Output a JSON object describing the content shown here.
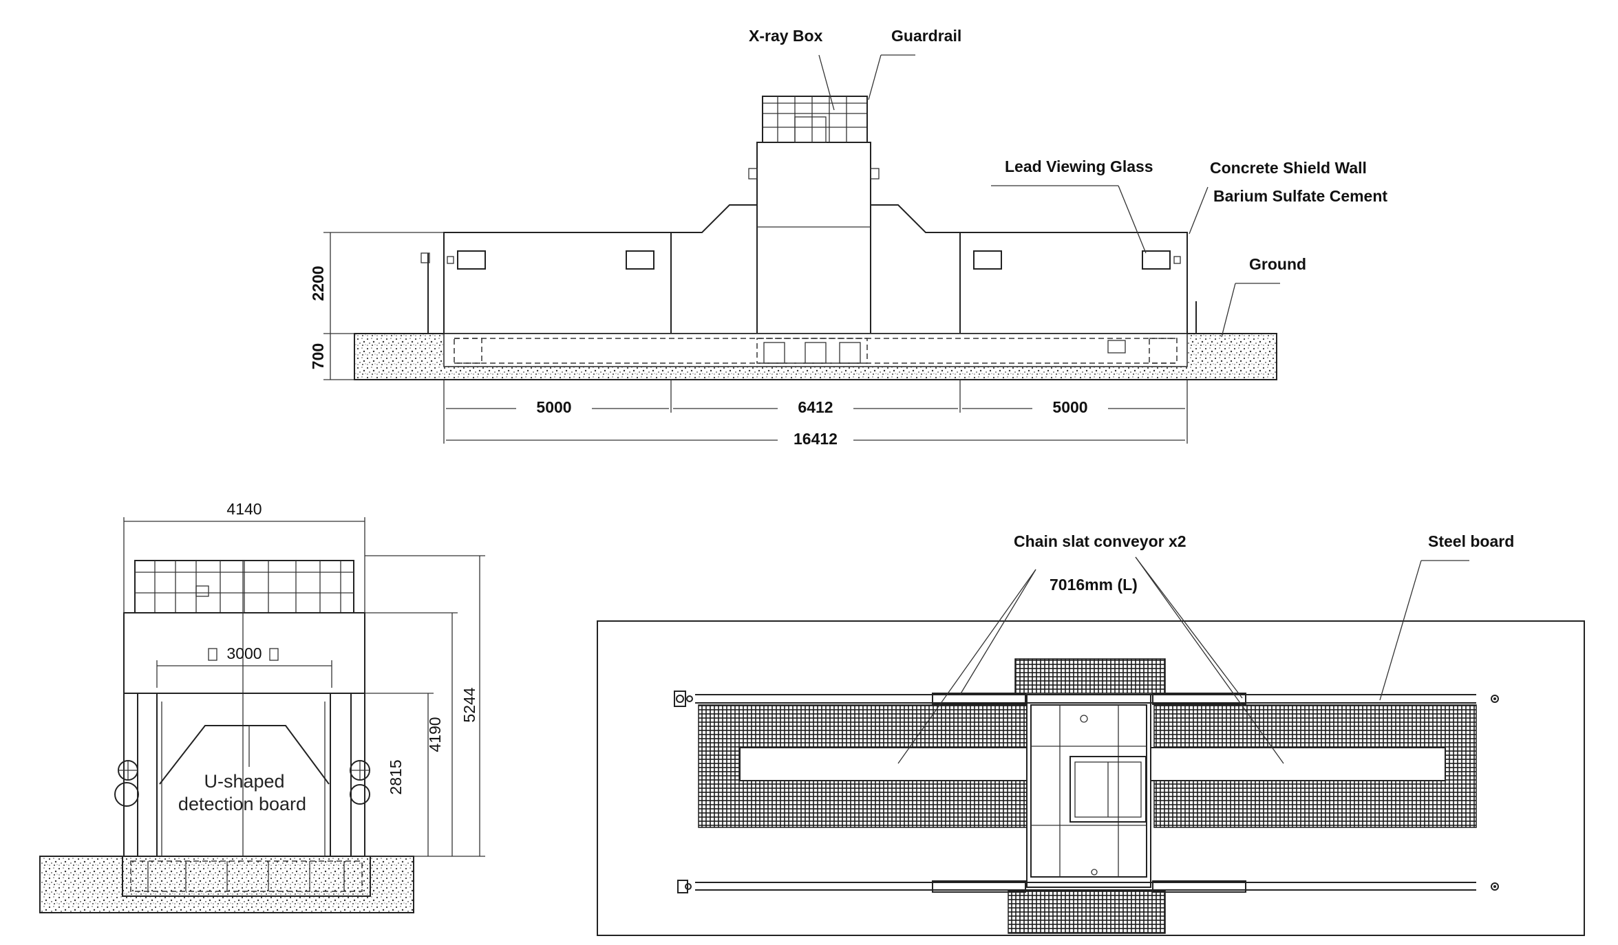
{
  "front_view": {
    "labels": {
      "xray_box": "X-ray Box",
      "guardrail": "Guardrail",
      "lead_glass": "Lead Viewing Glass",
      "concrete_wall": "Concrete Shield Wall",
      "barium": "Barium Sulfate Cement",
      "ground": "Ground"
    },
    "dims": {
      "height_wall": "2200",
      "height_pit": "700",
      "left_span": "5000",
      "mid_span": "6412",
      "right_span": "5000",
      "total": "16412"
    }
  },
  "side_view": {
    "dims": {
      "width": "4140",
      "opening": "3000",
      "h1": "2815",
      "h2": "4190",
      "h3": "5244"
    },
    "label_line1": "U-shaped",
    "label_line2": "detection board"
  },
  "plan_view": {
    "labels": {
      "conveyor": "Chain slat conveyor x2",
      "length": "7016mm (L)",
      "steel": "Steel board"
    }
  },
  "colors": {
    "line": "#222222",
    "hatch": "#1a1a1a",
    "background": "#ffffff"
  }
}
